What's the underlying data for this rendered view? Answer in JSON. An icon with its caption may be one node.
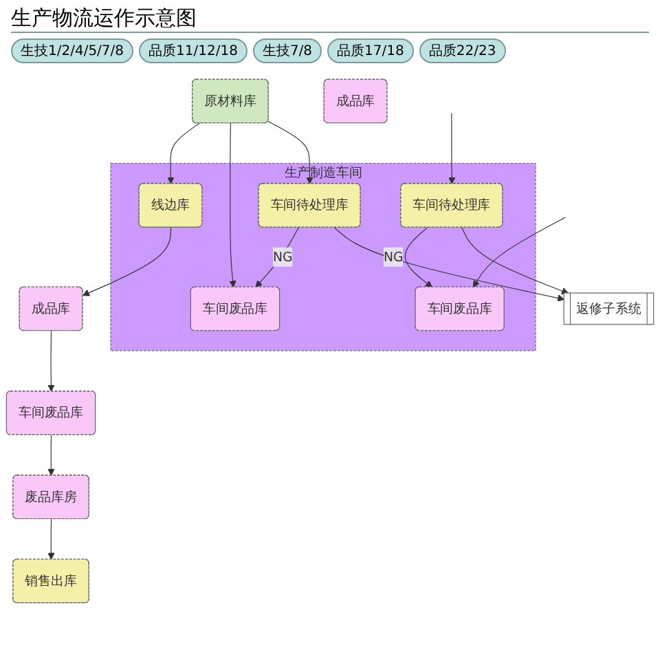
{
  "diagram": {
    "title": "生产物流运作示意图",
    "nodes": [
      {
        "text": [
          "生产制造车间"
        ]
      },
      {
        "text": [
          "线边库"
        ],
        "in": 0
      },
      {
        "text": [
          "车间废品库"
        ],
        "in": 0
      },
      {
        "text": [
          "车间待处理库"
        ],
        "in": 0
      },
      {
        "text": [
          "车间废品库"
        ],
        "in": 0
      },
      {
        "text": [
          "车间待处理库"
        ],
        "in": 0
      },
      {
        "text": [
          "成品库"
        ]
      },
      {
        "text": [
          "车间废品库"
        ]
      },
      {
        "text": [
          "废品库房"
        ]
      },
      {
        "text": [
          "销售出库"
        ]
      },
      {
        "text": [
          "原材料库"
        ]
      },
      {
        "text": [
          "成品库"
        ]
      },
      {
        "text": [
          "返修子系统"
        ]
      }
    ],
    "edges": [
      {
        "from": 10,
        "to": 1,
        "arrow": "to"
      },
      {
        "from": 1,
        "to": 6,
        "arrow": "to"
      },
      {
        "from": 6,
        "to": 7,
        "arrow": "to"
      },
      {
        "from": 7,
        "to": 8,
        "arrow": "to"
      },
      {
        "from": 8,
        "to": 9,
        "arrow": "to"
      },
      {
        "from": 10,
        "to": 2,
        "arrow": "to"
      },
      {
        "from": 10,
        "to": 3,
        "arrow": "to"
      },
      {
        "from": 3,
        "to": 2,
        "label": "NG",
        "arrow": "to"
      },
      {
        "from": 5,
        "to": 4,
        "label": "NG",
        "arrow": "to"
      },
      {
        "from": null,
        "to": 4,
        "arrow": "to"
      },
      {
        "from": null,
        "to": 5,
        "arrow": "to"
      },
      {
        "from": 3,
        "to": 12,
        "arrow": "to"
      },
      {
        "from": 5,
        "to": 12,
        "arrow": "to"
      }
    ],
    "labels": [
      "生技1/2/4/5/7/8",
      "品质11/12/18",
      "生技7/8",
      "品质17/18",
      "品质22/23"
    ]
  }
}
